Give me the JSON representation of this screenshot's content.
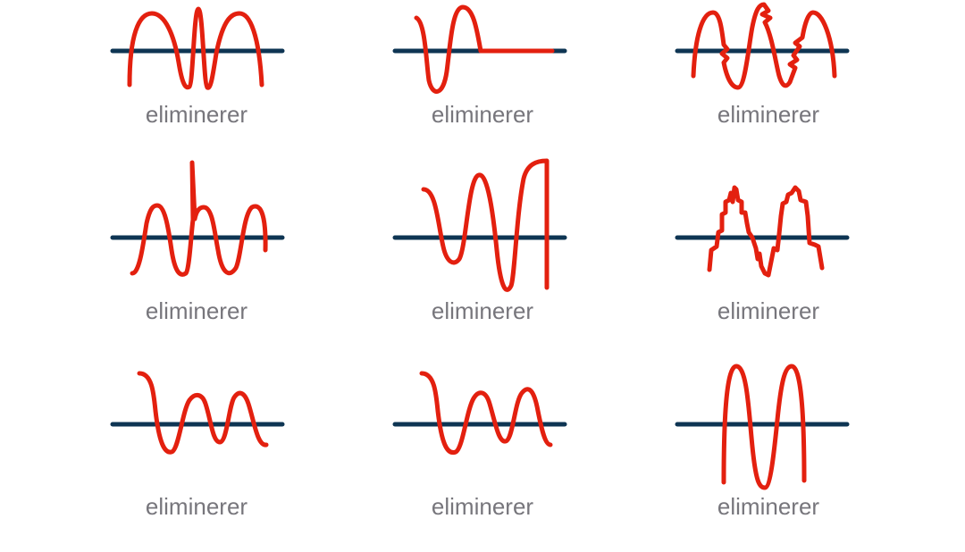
{
  "colors": {
    "wave": "#e3200f",
    "baseline": "#0e3553",
    "label": "#77767c",
    "background": "#ffffff"
  },
  "cells": [
    {
      "label": "eliminerer"
    },
    {
      "label": "eliminerer"
    },
    {
      "label": "eliminerer"
    },
    {
      "label": "eliminerer"
    },
    {
      "label": "eliminerer"
    },
    {
      "label": "eliminerer"
    },
    {
      "label": "eliminerer"
    },
    {
      "label": "eliminerer"
    },
    {
      "label": "eliminerer"
    }
  ]
}
